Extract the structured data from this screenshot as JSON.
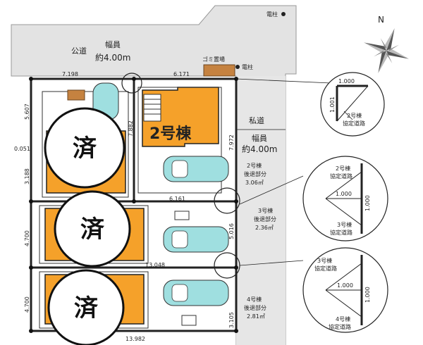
{
  "north": {
    "label": "N"
  },
  "public_road": {
    "label": "公道",
    "width_label": "幅員",
    "width_value": "約4.00m"
  },
  "private_road": {
    "label": "私道",
    "width_label": "幅員",
    "width_value": "約4.00m"
  },
  "utility_poles": {
    "top": "電柱",
    "side": "電柱"
  },
  "garbage": {
    "label": "ゴミ置場"
  },
  "dims": {
    "top_left": "7.198",
    "top_right": "6.171",
    "left_1": "5.607",
    "left_2": "0.051",
    "left_3": "3.188",
    "left_4": "4.700",
    "left_5": "4.700",
    "mid_1": "6.161",
    "mid_2": "13.048",
    "bottom": "13.982",
    "v_1": "7.882",
    "v_2": "7.972",
    "v_3": "5.016",
    "v_4": "3.105"
  },
  "units": {
    "unit2": {
      "label": "2号棟"
    }
  },
  "stamps": {
    "sold": "済"
  },
  "setbacks": [
    {
      "name": "2号棟",
      "line2": "後退部分",
      "area": "3.06㎡"
    },
    {
      "name": "3号棟",
      "line2": "後退部分",
      "area": "2.36㎡"
    },
    {
      "name": "4号棟",
      "line2": "後退部分",
      "area": "2.81㎡"
    }
  ],
  "details": {
    "d1": {
      "dim_top": "1.000",
      "dim_side": "1.001",
      "label1": "2号棟",
      "label2": "協定道路"
    },
    "d2": {
      "top1": "2号棟",
      "top2": "協定道路",
      "dim": "1.000",
      "side": "1.000",
      "bot1": "3号棟",
      "bot2": "協定道路"
    },
    "d3": {
      "top1": "3号棟",
      "top2": "協定道路",
      "dim": "1.000",
      "side": "1.000",
      "bot1": "4号棟",
      "bot2": "協定道路"
    }
  },
  "colors": {
    "orange": "#f5a12a",
    "road": "#e3e3e3",
    "stroke": "#222222",
    "car": "#9fdfe0"
  }
}
